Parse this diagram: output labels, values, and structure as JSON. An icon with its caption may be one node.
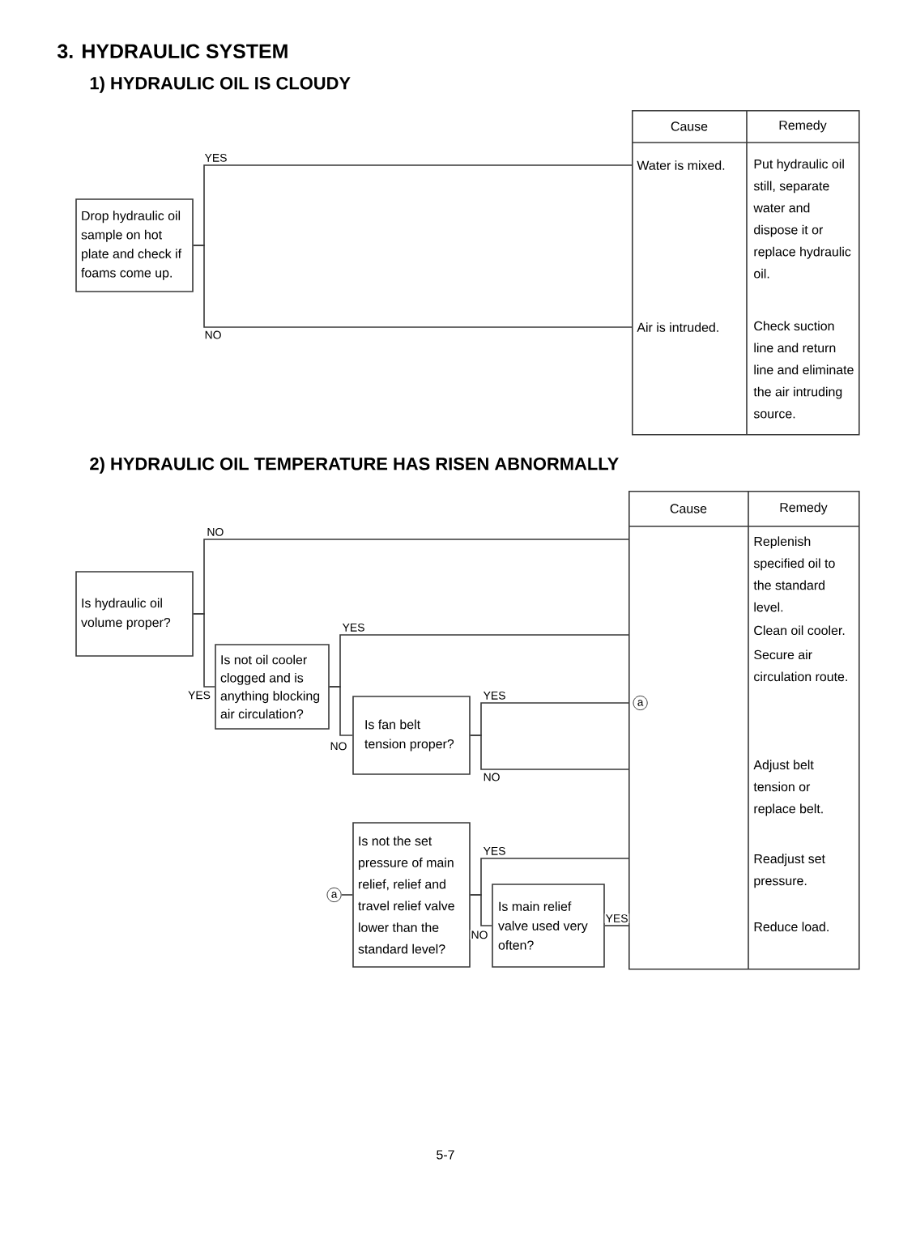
{
  "diagram": {
    "title": "3. HYDRAULIC SYSTEM",
    "nodes": [
      {
        "text": [
          "Drop hydraulic oil sample on hot plate and check if foams come up."
        ]
      },
      {
        "text": [
          "Cause",
          "Remedy",
          "Put hydraulic oil still, separate water and dispose it or replace hydraulic oil.",
          "Check suction line and return line and eliminate the air intruding source."
        ]
      },
      {
        "text": [
          "Water is mixed."
        ],
        "in": 1
      },
      {
        "text": [
          "Air is intruded."
        ],
        "in": 1
      },
      {
        "text": [
          "Is hydraulic oil volume proper?"
        ]
      },
      {
        "text": [
          "Is not oil cooler clogged and is anything blocking air circulation?"
        ]
      },
      {
        "text": [
          "Is fan belt tension proper?"
        ]
      },
      {
        "text": [
          "Cause",
          "Remedy",
          "Replenish specified oil to the standard level.",
          "Clean oil cooler.",
          "Secure air circulation route.",
          "Adjust belt tension or replace belt.",
          "Readjust set pressure.",
          "Reduce load."
        ]
      },
      {
        "text": [
          "a"
        ],
        "in": 7
      },
      {
        "text": [
          "a"
        ]
      },
      {
        "text": [
          "Is not the set pressure of main relief, relief and travel relief valve lower than the standard level?"
        ]
      },
      {
        "text": [
          "Is main relief valve used very often?"
        ]
      }
    ],
    "edges": [
      {
        "from": 0,
        "to": 2,
        "arrow": "none",
        "label": "YES"
      },
      {
        "from": 0,
        "to": 3,
        "arrow": "none",
        "label": "NO"
      },
      {
        "from": 4,
        "to": 7,
        "arrow": "none",
        "label": "NO"
      },
      {
        "from": 4,
        "to": 5,
        "arrow": "none",
        "label": "YES"
      },
      {
        "from": 5,
        "to": 7,
        "arrow": "none",
        "label": "YES"
      },
      {
        "from": 5,
        "to": 6,
        "arrow": "none",
        "label": "NO"
      },
      {
        "from": 6,
        "to": 8,
        "arrow": "none",
        "label": "YES"
      },
      {
        "from": 6,
        "to": 7,
        "arrow": "none",
        "label": "NO"
      },
      {
        "from": 9,
        "to": 10,
        "arrow": "none"
      },
      {
        "from": 10,
        "to": 7,
        "arrow": "none",
        "label": "YES"
      },
      {
        "from": 10,
        "to": 11,
        "arrow": "none",
        "label": "NO"
      },
      {
        "from": 11,
        "to": 7,
        "arrow": "none",
        "label": "YES"
      }
    ],
    "labels": [
      "1) HYDRAULIC OIL IS CLOUDY",
      "2) HYDRAULIC OIL TEMPERATURE HAS RISEN ABNORMALLY",
      "5-7"
    ]
  }
}
